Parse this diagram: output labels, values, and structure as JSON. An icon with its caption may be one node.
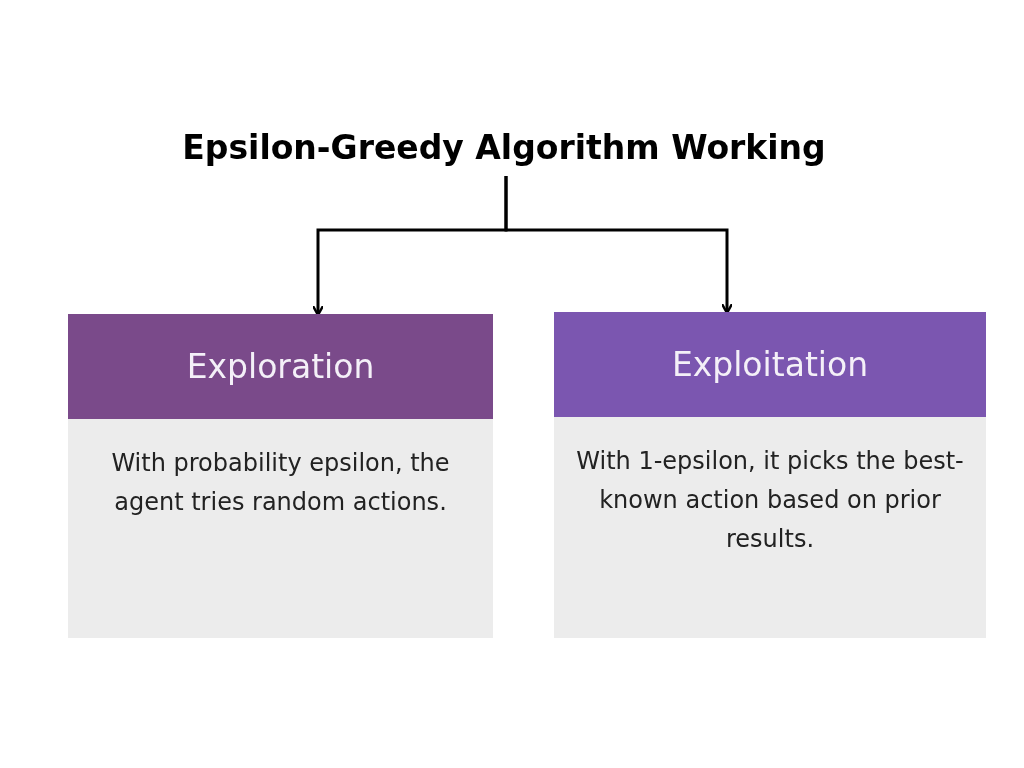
{
  "diagram": {
    "nodes": [
      {
        "text": [
          "Epsilon-Greedy Algorithm Working"
        ]
      },
      {
        "text": [
          "Exploration",
          "With probability epsilon, the agent tries random actions."
        ]
      },
      {
        "text": [
          "Exploitation",
          "With 1-epsilon, it picks the best-known action based on prior results."
        ]
      }
    ],
    "edges": [
      {
        "from": 0,
        "to": 1,
        "arrow": "to"
      },
      {
        "from": 0,
        "to": 2,
        "arrow": "to"
      }
    ]
  }
}
